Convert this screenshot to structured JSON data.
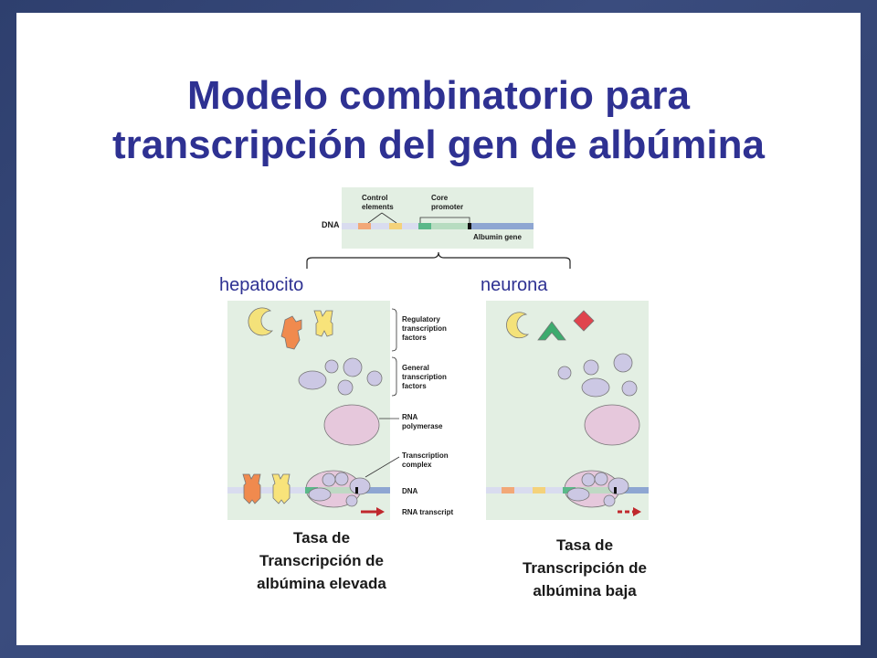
{
  "title_line1": "Modelo combinatorio para",
  "title_line2": "transcripción del gen de albúmina",
  "top_diagram": {
    "dna_label": "DNA",
    "control_elements": "Control elements",
    "core_promoter": "Core promoter",
    "albumin_gene": "Albumin gene"
  },
  "left_label": "hepatocito",
  "right_label": "neurona",
  "legend": {
    "regulatory": [
      "Regulatory",
      "transcription",
      "factors"
    ],
    "general": [
      "General",
      "transcription",
      "factors"
    ],
    "polymerase": [
      "RNA",
      "polymerase"
    ],
    "complex": [
      "Transcription",
      "complex"
    ],
    "dna": "DNA",
    "rna_transcript": "RNA transcript"
  },
  "left_caption": [
    "Tasa de",
    "Transcripción de",
    "albúmina elevada"
  ],
  "right_caption": [
    "Tasa de",
    "Transcripción de",
    "albúmina baja"
  ]
}
